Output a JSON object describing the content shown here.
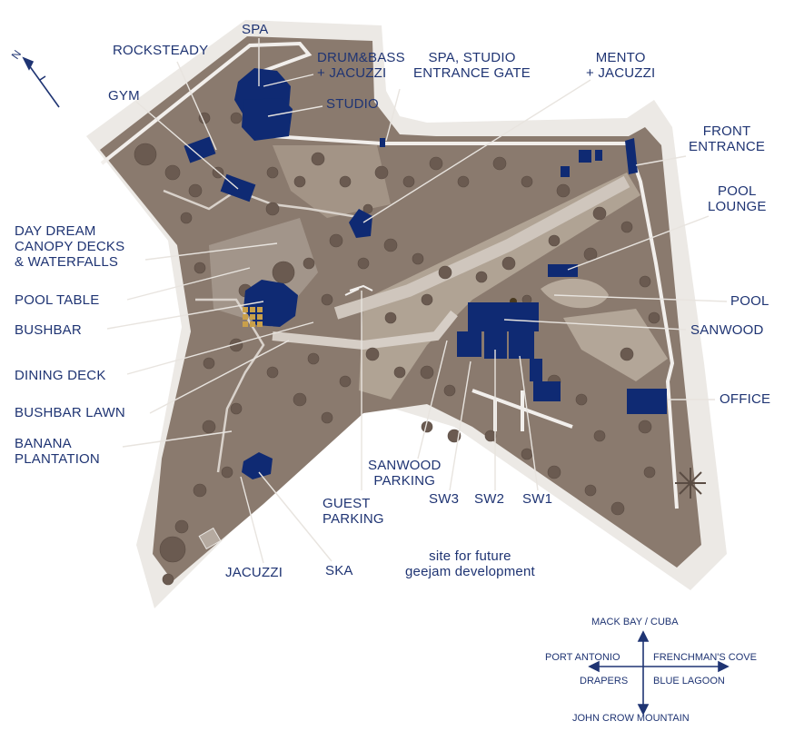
{
  "labels": {
    "spa": "SPA",
    "rocksteady": "ROCKSTEADY",
    "drum_bass": "DRUM&BASS\n+ JACUZZI",
    "studio": "STUDIO",
    "spa_studio_gate": "SPA, STUDIO\nENTRANCE GATE",
    "mento": "MENTO\n+ JACUZZI",
    "gym": "GYM",
    "front_entrance": "FRONT\nENTRANCE",
    "pool_lounge": "POOL\nLOUNGE",
    "day_dream": "DAY DREAM\nCANOPY DECKS\n& WATERFALLS",
    "pool_table": "POOL TABLE",
    "bushbar": "BUSHBAR",
    "pool": "POOL",
    "sanwood": "SANWOOD",
    "dining_deck": "DINING DECK",
    "office": "OFFICE",
    "bushbar_lawn": "BUSHBAR LAWN",
    "banana_plantation": "BANANA\nPLANTATION",
    "sanwood_parking": "SANWOOD\nPARKING",
    "guest_parking": "GUEST\nPARKING",
    "sw3": "SW3",
    "sw2": "SW2",
    "sw1": "SW1",
    "jacuzzi": "JACUZZI",
    "ska": "SKA",
    "future_site": "site for future\ngeejam development"
  },
  "north_symbol": "N",
  "directions": {
    "north": "MACK BAY / CUBA",
    "west": "PORT ANTONIO",
    "east": "FRENCHMAN'S COVE",
    "southwest": "DRAPERS",
    "southeast": "BLUE LAGOON",
    "south": "JOHN CROW MOUNTAIN"
  },
  "colors": {
    "building": "#0f2a73",
    "terrain": "#8a7a6e",
    "halo": "#e9e6e2",
    "path": "#f2efec",
    "label": "#1f3473",
    "tree": "#6a5a50"
  }
}
